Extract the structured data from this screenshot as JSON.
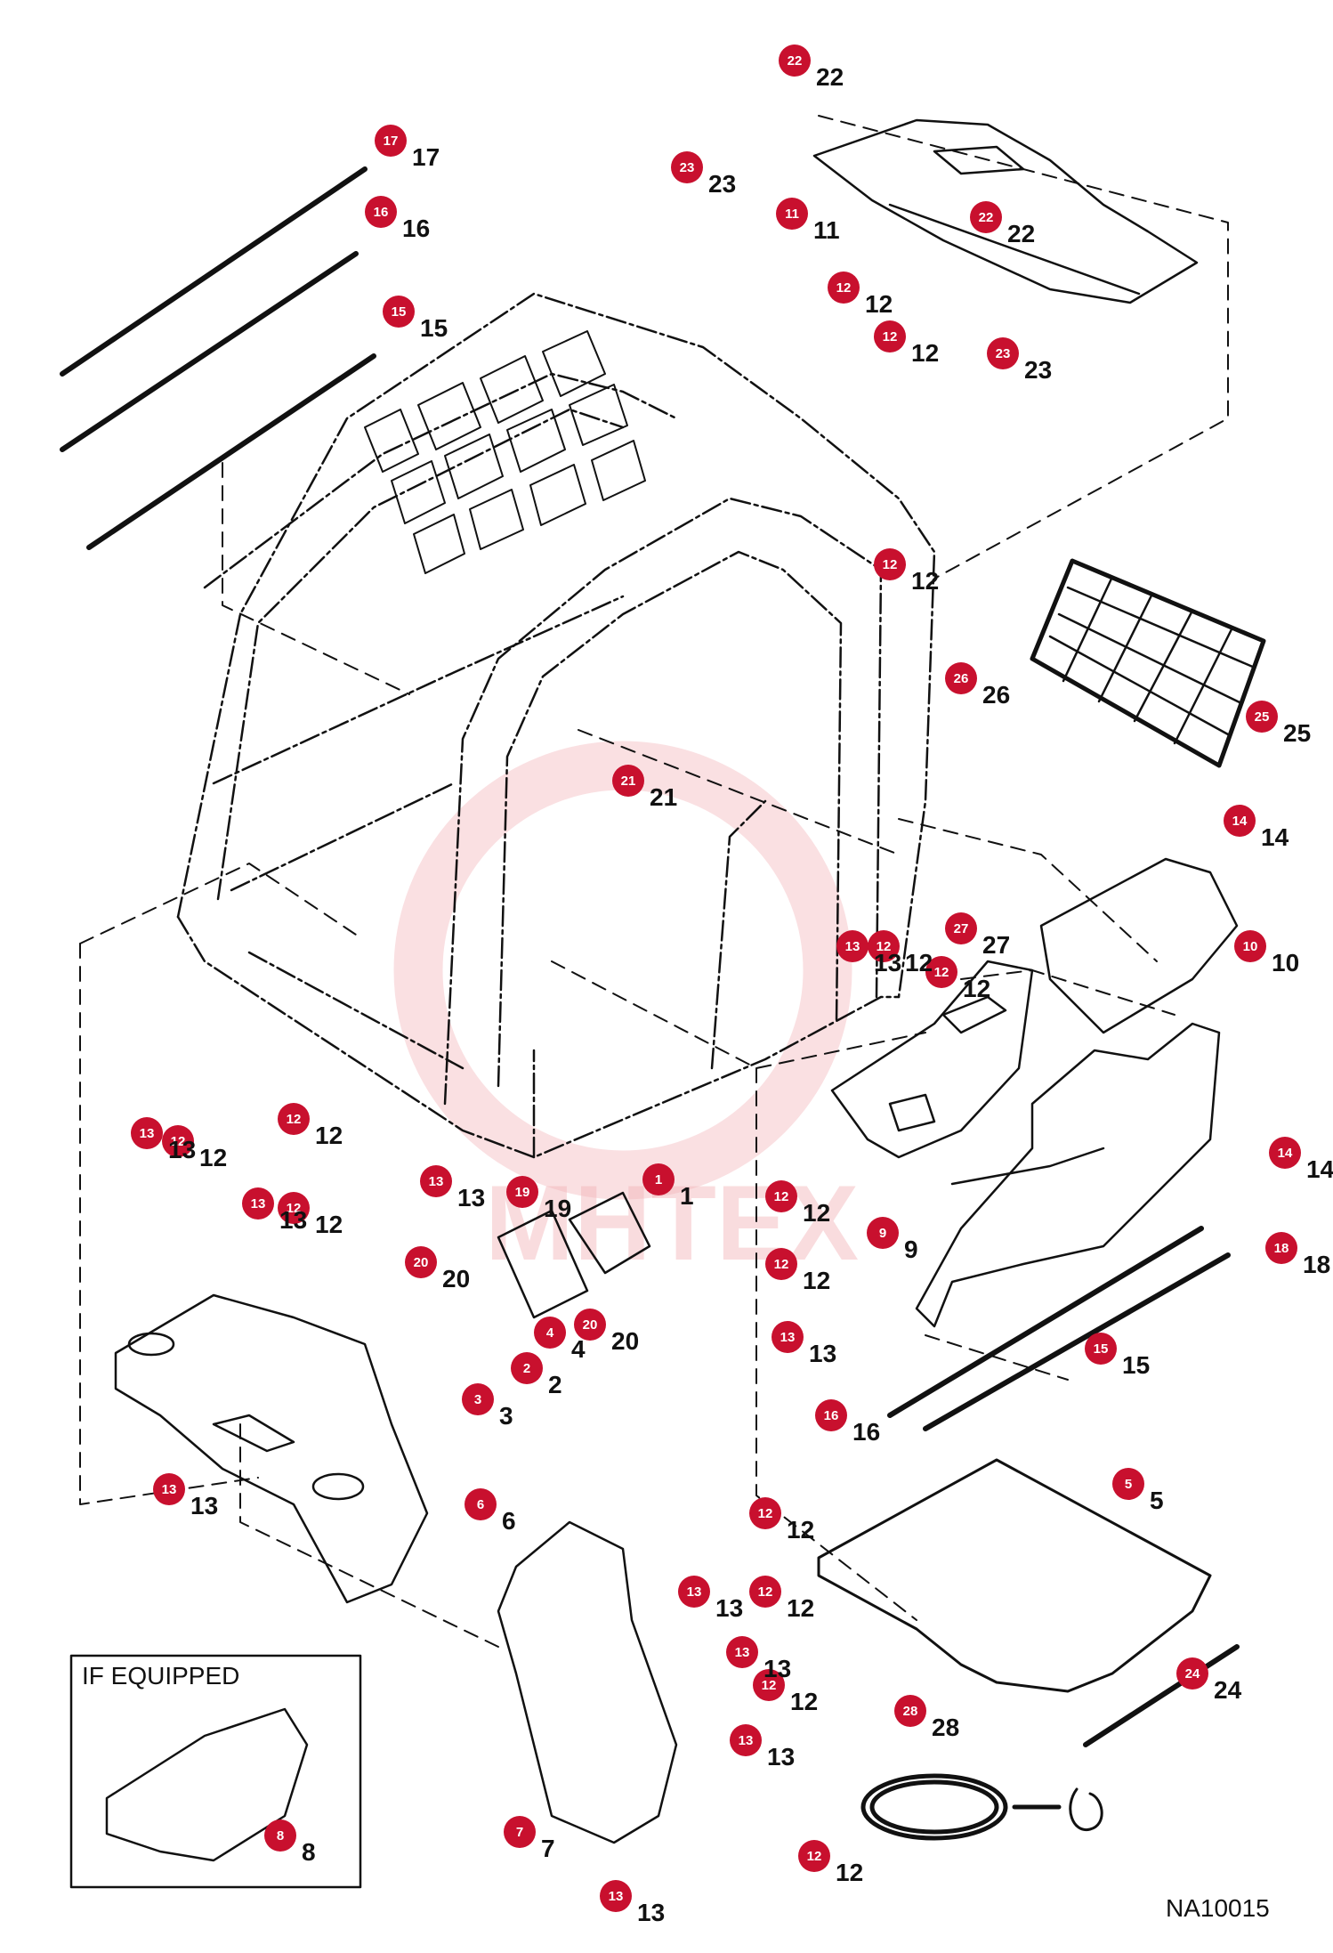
{
  "drawing_id": "NA10015",
  "watermark": "MHTEX",
  "inset": {
    "label": "IF EQUIPPED"
  },
  "badge_color": "#c8102e",
  "callouts": [
    {
      "num": "1"
    },
    {
      "num": "2"
    },
    {
      "num": "3"
    },
    {
      "num": "4"
    },
    {
      "num": "5"
    },
    {
      "num": "6"
    },
    {
      "num": "7"
    },
    {
      "num": "8"
    },
    {
      "num": "9"
    },
    {
      "num": "10"
    },
    {
      "num": "11"
    },
    {
      "num": "12"
    },
    {
      "num": "12"
    },
    {
      "num": "12"
    },
    {
      "num": "12"
    },
    {
      "num": "12"
    },
    {
      "num": "12"
    },
    {
      "num": "12"
    },
    {
      "num": "12"
    },
    {
      "num": "12"
    },
    {
      "num": "12"
    },
    {
      "num": "12"
    },
    {
      "num": "12"
    },
    {
      "num": "12"
    },
    {
      "num": "12"
    },
    {
      "num": "13"
    },
    {
      "num": "13"
    },
    {
      "num": "13"
    },
    {
      "num": "13"
    },
    {
      "num": "13"
    },
    {
      "num": "13"
    },
    {
      "num": "13"
    },
    {
      "num": "13"
    },
    {
      "num": "13"
    },
    {
      "num": "13"
    },
    {
      "num": "14"
    },
    {
      "num": "14"
    },
    {
      "num": "15"
    },
    {
      "num": "15"
    },
    {
      "num": "16"
    },
    {
      "num": "16"
    },
    {
      "num": "17"
    },
    {
      "num": "18"
    },
    {
      "num": "19"
    },
    {
      "num": "20"
    },
    {
      "num": "20"
    },
    {
      "num": "21"
    },
    {
      "num": "22"
    },
    {
      "num": "22"
    },
    {
      "num": "23"
    },
    {
      "num": "23"
    },
    {
      "num": "24"
    },
    {
      "num": "25"
    },
    {
      "num": "26"
    },
    {
      "num": "27"
    },
    {
      "num": "28"
    }
  ]
}
